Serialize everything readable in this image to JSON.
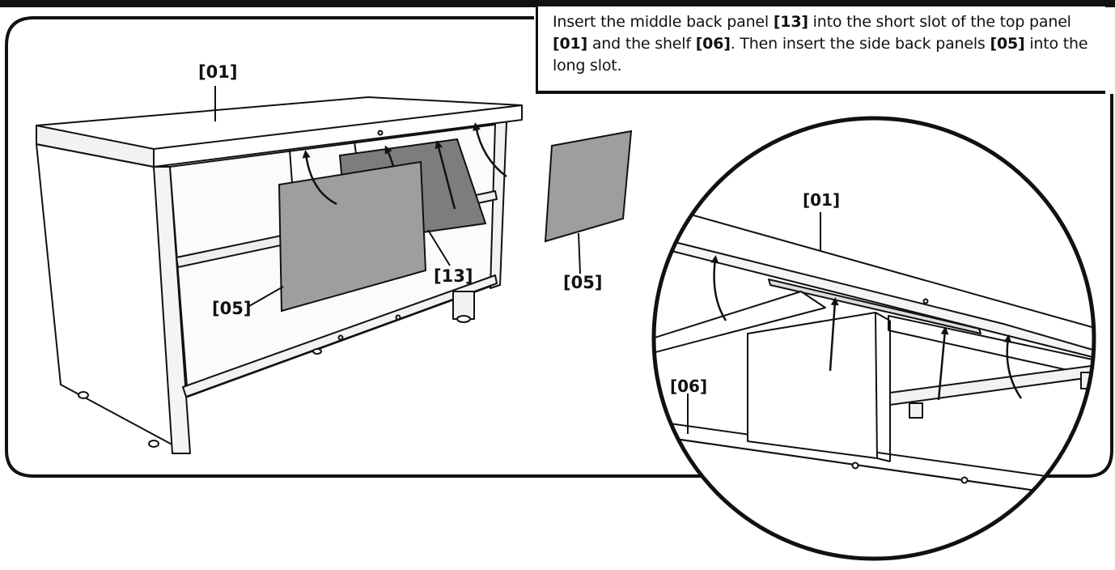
{
  "instruction": {
    "t1": "Insert the middle back panel ",
    "b1": "[13]",
    "t2": " into the short slot of the top panel ",
    "b2": "[01]",
    "t3": " and the shelf ",
    "b3": "[06]",
    "t4": ". Then insert the side back panels ",
    "b4": "[05]",
    "t5": " into the long slot."
  },
  "callouts": {
    "top_panel": "[01]",
    "middle_back_panel": "[13]",
    "side_back_panel_left": "[05]",
    "side_back_panel_right": "[05]",
    "zoom_top_panel": "[01]",
    "zoom_shelf": "[06]"
  },
  "colors": {
    "line": "#111111",
    "panel_gray": "#9e9e9e",
    "panel_dark": "#7d7d7d",
    "background": "#ffffff"
  }
}
